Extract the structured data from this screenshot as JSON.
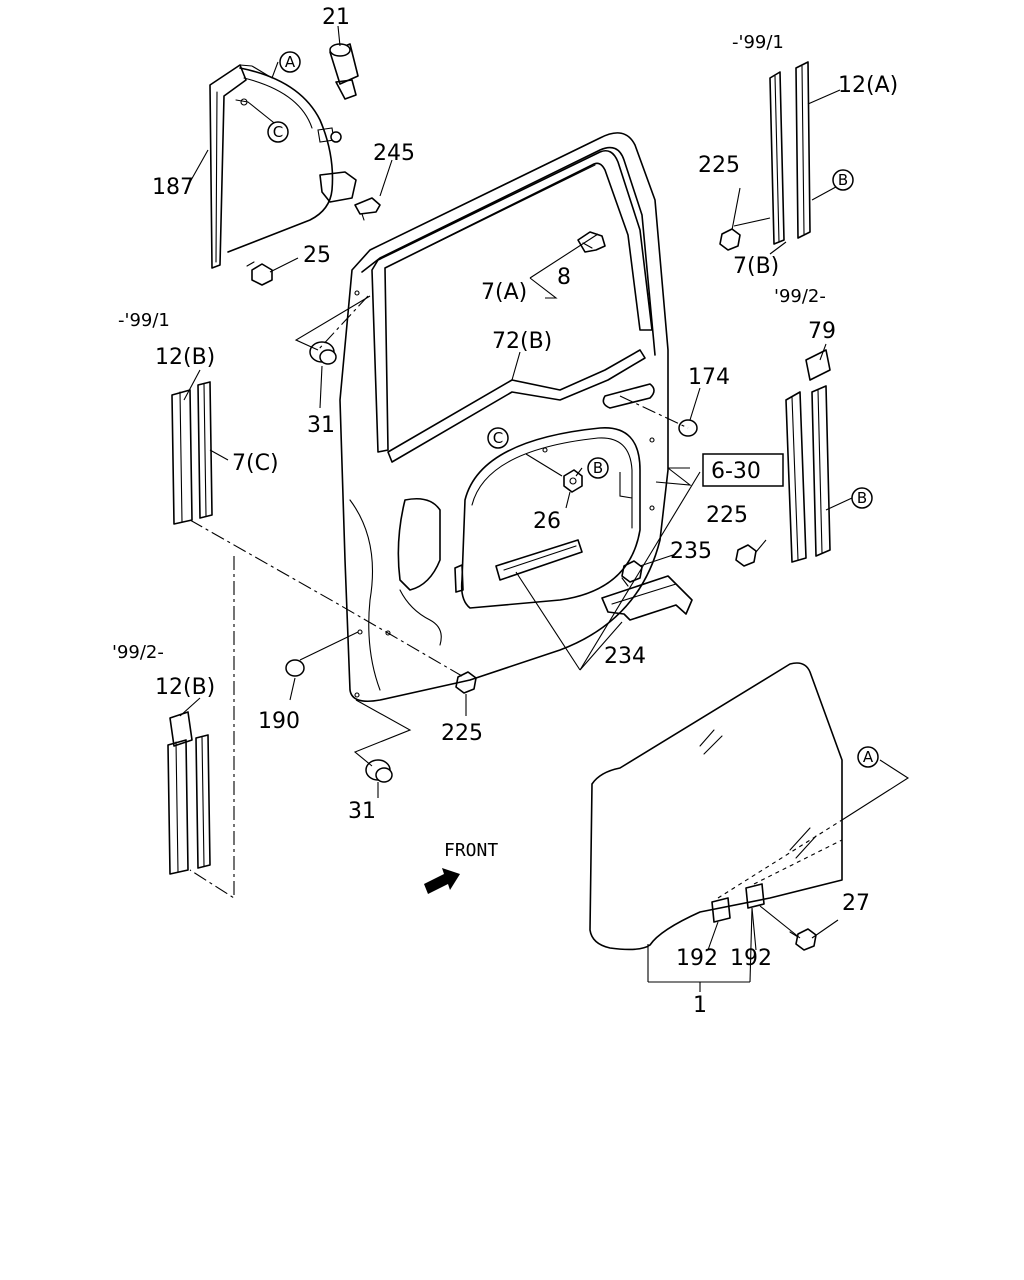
{
  "labels": {
    "p21": "21",
    "p187": "187",
    "p245": "245",
    "p25": "25",
    "p31_top": "31",
    "p31_bottom": "31",
    "p7a": "7(A)",
    "p8": "8",
    "p72b": "72(B)",
    "p174": "174",
    "p630": "6-30",
    "p26": "26",
    "p235": "235",
    "p234": "234",
    "p225_top": "225",
    "p225_right": "225",
    "p225_bottom": "225",
    "p7b": "7(B)",
    "p12a": "12(A)",
    "p79": "79",
    "p12b_top": "12(B)",
    "p7c": "7(C)",
    "p12b_bottom": "12(B)",
    "p190": "190",
    "p1": "1",
    "p192_left": "192",
    "p192_right": "192",
    "p27": "27"
  },
  "date_notes": {
    "top_right": "-'99/1",
    "right_mid": "'99/2-",
    "left_top": "-'99/1",
    "left_bottom": "'99/2-"
  },
  "callouts": {
    "a_top": "A",
    "c_top": "C",
    "b_top_right": "B",
    "c_mid": "C",
    "b_mid": "B",
    "b_right": "B",
    "a_right": "A"
  },
  "direction_label": "FRONT"
}
